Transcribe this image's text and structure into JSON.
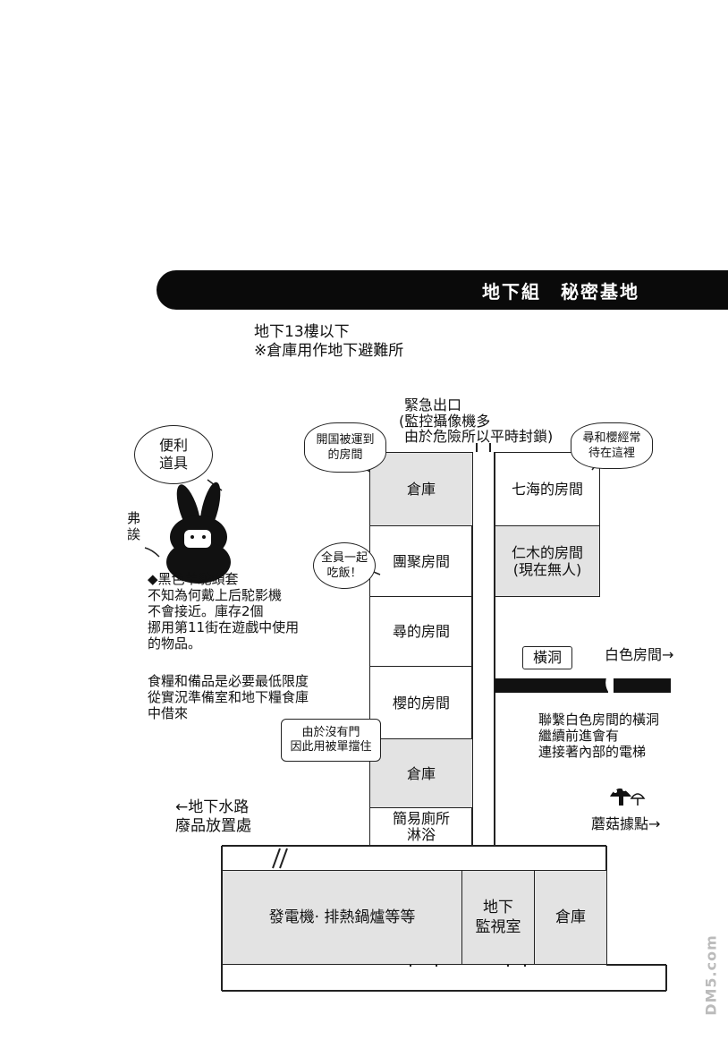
{
  "banner": {
    "title": "地下組　秘密基地"
  },
  "header": {
    "line1": "地下13樓以下",
    "line2": "※倉庫用作地下避難所"
  },
  "emergency": {
    "line1": "緊急出口",
    "line2": "(監控攝像機多",
    "line3": "由於危險所以平時封鎖)"
  },
  "bubbles": {
    "tools": "便利\n道具",
    "captured": "開国被運到\n的房間",
    "meal": "全員一起\n吃飯！",
    "waiting": "尋和櫻經常\n待在這裡",
    "nodoor": "由於沒有門\n因此用被單擋住"
  },
  "sfx": "弗誒",
  "note": {
    "mask": "◆黑色羊駝頭套\n不知為何戴上后駝影機\n不會接近。庫存2個\n挪用第11街在遊戲中使用\n的物品。",
    "food": "食糧和備品是必要最低限度\n從實況準備室和地下糧食庫\n中借來"
  },
  "left_labels": {
    "waterway": "←地下水路",
    "waste": "廢品放置處"
  },
  "rooms": {
    "storage1": "倉庫",
    "gather": "團聚房間",
    "jin": "尋的房間",
    "sakura": "櫻的房間",
    "storage2": "倉庫",
    "toilet": "簡易廁所\n淋浴",
    "nanami": "七海的房間",
    "niki": "仁木的房間\n(現在無人)",
    "generator": "發電機· 排熱鍋爐等等",
    "monitor": "地下\n監視室",
    "storage3": "倉庫"
  },
  "tunnel": {
    "label": "橫洞",
    "white_room": "白色房間→",
    "desc": "聯繫白色房間的橫洞\n繼續前進會有\n連接著內部的電梯",
    "mushroom": "蘑菇據點→"
  },
  "watermark": "DM5.com"
}
